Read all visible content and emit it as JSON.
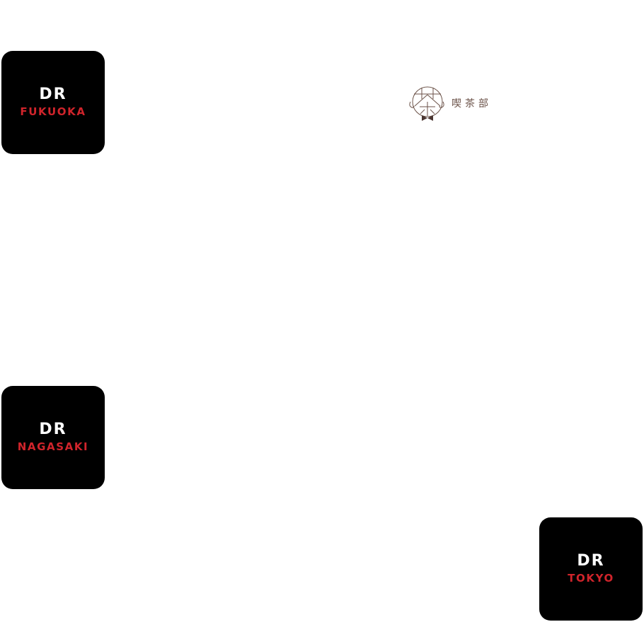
{
  "tiles": {
    "fukuoka": {
      "dr": "DR",
      "city": "FUKUOKA"
    },
    "nagasaki": {
      "dr": "DR",
      "city": "NAGASAKI"
    },
    "tokyo": {
      "dr": "DR",
      "city": "TOKYO"
    }
  },
  "cafe_logo": {
    "name": "喫茶部",
    "icon": "tea-kanji-emblem-icon"
  },
  "colors": {
    "tile_background": "#000000",
    "tile_primary_text": "#ffffff",
    "tile_accent_text": "#d0242b",
    "cafe_brown": "#6b5248"
  }
}
